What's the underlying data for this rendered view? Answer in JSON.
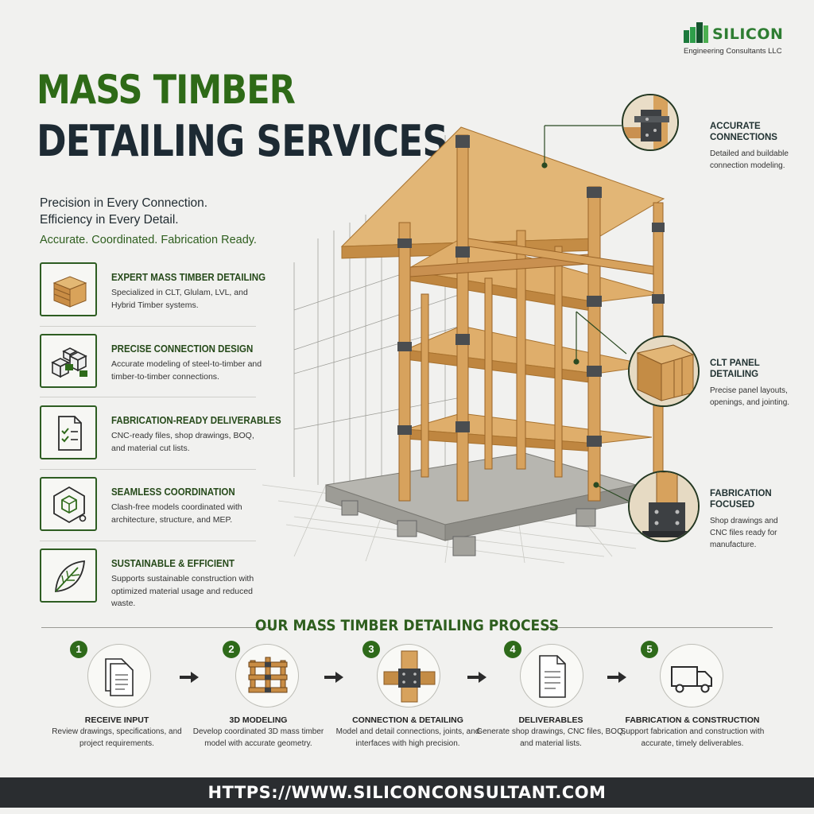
{
  "brand": {
    "name": "SILICON",
    "subtitle": "Engineering Consultants LLC",
    "accent": "#2e6a17",
    "dark": "#1d2a33"
  },
  "hero": {
    "title_line1": "MASS TIMBER",
    "title_line2": "DETAILING SERVICES",
    "tagline1": "Precision in Every Connection.",
    "tagline2": "Efficiency in Every Detail.",
    "tagline3": "Accurate. Coordinated. Fabrication Ready."
  },
  "features": [
    {
      "icon": "timber-block-icon",
      "title": "EXPERT MASS TIMBER DETAILING",
      "desc": "Specialized in CLT, Glulam, LVL, and Hybrid Timber systems."
    },
    {
      "icon": "connection-blocks-icon",
      "title": "PRECISE CONNECTION DESIGN",
      "desc": "Accurate modeling of steel-to-timber and timber-to-timber connections."
    },
    {
      "icon": "checklist-document-icon",
      "title": "FABRICATION-READY DELIVERABLES",
      "desc": "CNC-ready files, shop drawings, BOQ, and material cut lists."
    },
    {
      "icon": "cube-coordination-icon",
      "title": "SEAMLESS COORDINATION",
      "desc": "Clash-free models coordinated with architecture, structure, and MEP."
    },
    {
      "icon": "leaf-icon",
      "title": "SUSTAINABLE & EFFICIENT",
      "desc": "Supports sustainable construction with optimized material usage and reduced waste."
    }
  ],
  "callouts": [
    {
      "title": "ACCURATE CONNECTIONS",
      "desc": "Detailed and buildable connection modeling."
    },
    {
      "title": "CLT PANEL DETAILING",
      "desc": "Precise panel layouts, openings, and jointing."
    },
    {
      "title": "FABRICATION FOCUSED",
      "desc": "Shop drawings and CNC files ready for manufacture."
    }
  ],
  "process": {
    "title": "OUR MASS TIMBER DETAILING PROCESS",
    "steps": [
      {
        "num": "1",
        "icon": "documents-icon",
        "title": "RECEIVE INPUT",
        "desc": "Review drawings, specifications, and project requirements."
      },
      {
        "num": "2",
        "icon": "timber-frame-icon",
        "title": "3D MODELING",
        "desc": "Develop coordinated 3D mass timber model with accurate geometry."
      },
      {
        "num": "3",
        "icon": "timber-joint-icon",
        "title": "CONNECTION & DETAILING",
        "desc": "Model and detail connections, joints, and interfaces with high precision."
      },
      {
        "num": "4",
        "icon": "document-icon",
        "title": "DELIVERABLES",
        "desc": "Generate shop drawings, CNC files, BOQ, and material lists."
      },
      {
        "num": "5",
        "icon": "delivery-truck-icon",
        "title": "FABRICATION & CONSTRUCTION",
        "desc": "Support fabrication and construction with accurate, timely deliverables."
      }
    ]
  },
  "footer": {
    "url": "HTTPS://WWW.SILICONCONSULTANT.COM"
  }
}
